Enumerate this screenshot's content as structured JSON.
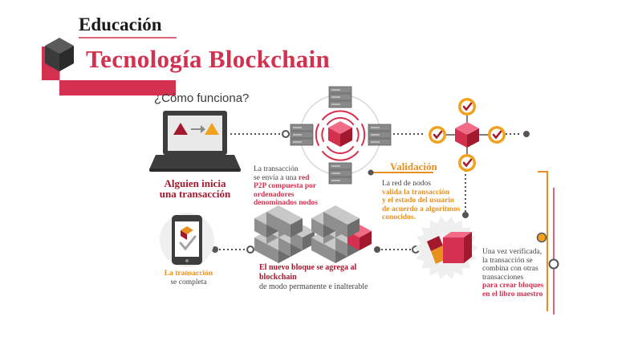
{
  "header": {
    "title": "Educación",
    "subtitle": "Tecnología Blockchain"
  },
  "question": "¿Cómo funciona?",
  "step_start": {
    "line1": "Alguien inicia",
    "line2": "una transacción"
  },
  "step_network": {
    "l1": "La transacción",
    "l2_a": "se envía a una ",
    "l2_b": "red",
    "l3": "P2P compuesta por",
    "l4": "ordenadores",
    "l5": "denominados nodos"
  },
  "step_validation": {
    "title": "Validación",
    "l1": "La red de nodos",
    "l2": "valida la transacción",
    "l3": "y el estado del usuario",
    "l4": "de acuerdo a algoritmos",
    "l5": "conocidos."
  },
  "step_combine": {
    "l1": "Una vez verificada,",
    "l2": "la transacción se",
    "l3": "combina con otras",
    "l4": "transacciones",
    "l5": "para crear bloques",
    "l6": "en el libro maestro"
  },
  "step_chain": {
    "l1": "El nuevo bloque se agrega al blockchain",
    "l2": "de modo permanente e inalterable"
  },
  "step_complete": {
    "l1": "La transacción",
    "l2": "se completa"
  },
  "icons": [
    "cube-logo-icon",
    "laptop-icon",
    "server-icon",
    "signal-waves-icon",
    "check-icon",
    "block-cube-icon",
    "smartphone-icon",
    "stacked-blocks-icon"
  ],
  "colors": {
    "crimson": "#d4304f",
    "dark_red": "#a4182e",
    "orange": "#e8901e",
    "dark_gray": "#3d3d3d",
    "light_gray": "#e9e9e9"
  }
}
